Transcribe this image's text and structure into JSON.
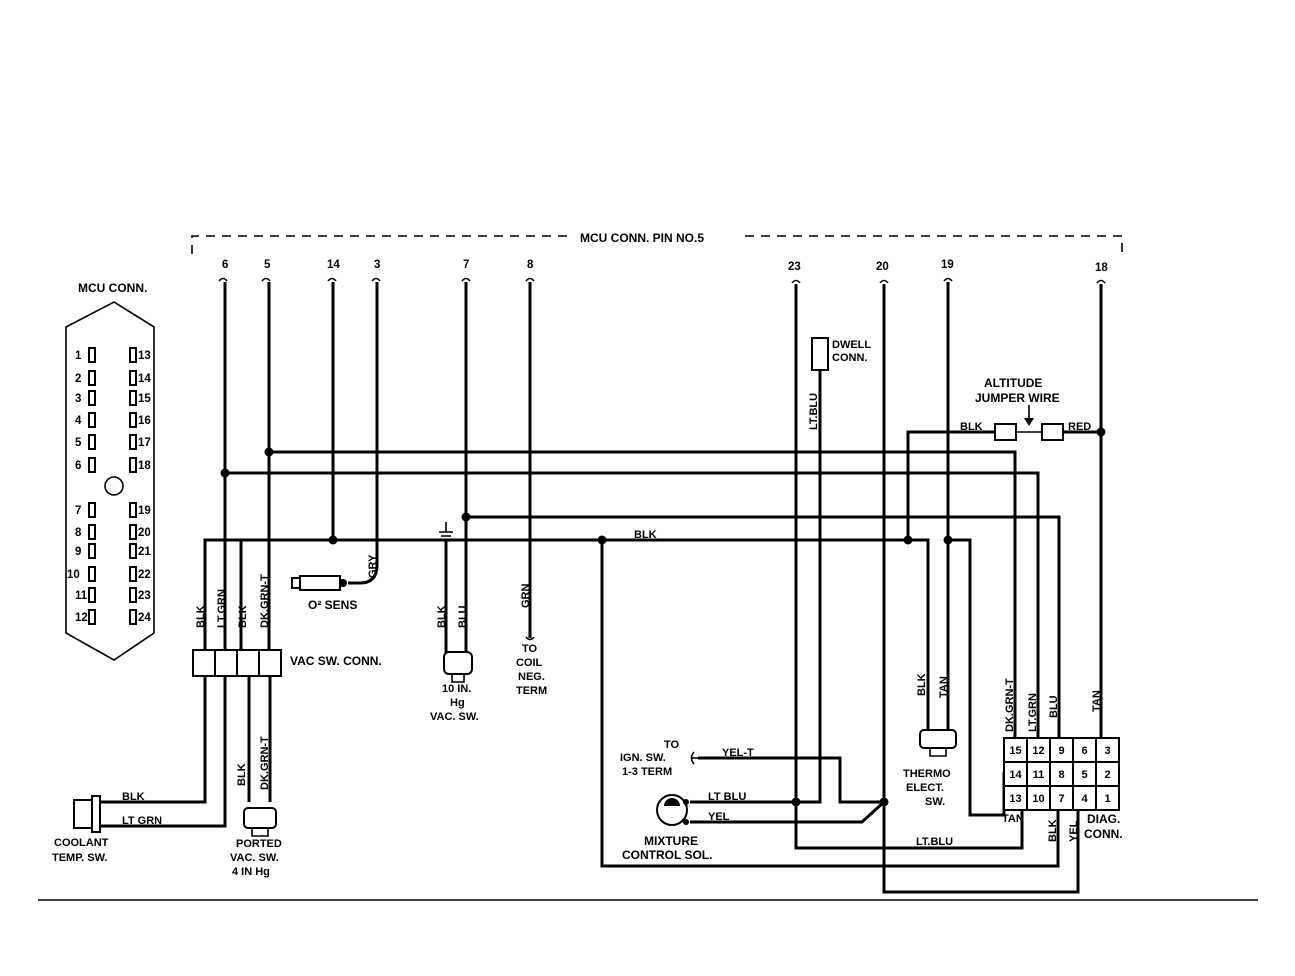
{
  "header": {
    "mcu_conn_pin": "MCU CONN. PIN NO.5"
  },
  "pin_numbers": {
    "p6": "6",
    "p5": "5",
    "p14": "14",
    "p3": "3",
    "p7": "7",
    "p8": "8",
    "p23": "23",
    "p20": "20",
    "p19": "19",
    "p18": "18"
  },
  "mcu_connector": {
    "title": "MCU CONN.",
    "left_pins": [
      "1",
      "2",
      "3",
      "4",
      "5",
      "6",
      "7",
      "8",
      "9",
      "10",
      "11",
      "12"
    ],
    "right_pins": [
      "13",
      "14",
      "15",
      "16",
      "17",
      "18",
      "19",
      "20",
      "21",
      "22",
      "23",
      "24"
    ]
  },
  "components": {
    "dwell_conn": [
      "DWELL",
      "CONN."
    ],
    "altitude_jumper": [
      "ALTITUDE",
      "JUMPER WIRE"
    ],
    "o2_sens": "O² SENS",
    "vac_sw_conn": "VAC SW. CONN.",
    "vac_sw_10in": [
      "10 IN.",
      "Hg",
      "VAC. SW."
    ],
    "to_coil": [
      "TO",
      "COIL",
      "NEG.",
      "TERM"
    ],
    "to_ign": [
      "TO",
      "IGN. SW.",
      "1-3 TERM"
    ],
    "thermo": [
      "THERMO",
      "ELECT.",
      "SW."
    ],
    "mixture": [
      "MIXTURE",
      "CONTROL SOL."
    ],
    "coolant": [
      "COOLANT",
      "TEMP. SW."
    ],
    "ported": [
      "PORTED",
      "VAC. SW.",
      "4 IN Hg"
    ],
    "diag_conn": [
      "DIAG.",
      "CONN."
    ]
  },
  "wire_labels": {
    "blk": "BLK",
    "red": "RED",
    "lt_blu": "LT.BLU",
    "lt_blu_b": "LT BLU",
    "gry": "GRY",
    "grn": "GRN",
    "blu": "BLU",
    "tan": "TAN",
    "yel": "YEL",
    "yel_t": "YEL-T",
    "lt_grn": "LT.GRN",
    "lt_grn_b": "LT GRN",
    "dk_grn_t": "DK.GRN-T"
  },
  "diag_pins": [
    "15",
    "12",
    "9",
    "6",
    "3",
    "14",
    "11",
    "8",
    "5",
    "2",
    "13",
    "10",
    "7",
    "4",
    "1"
  ]
}
